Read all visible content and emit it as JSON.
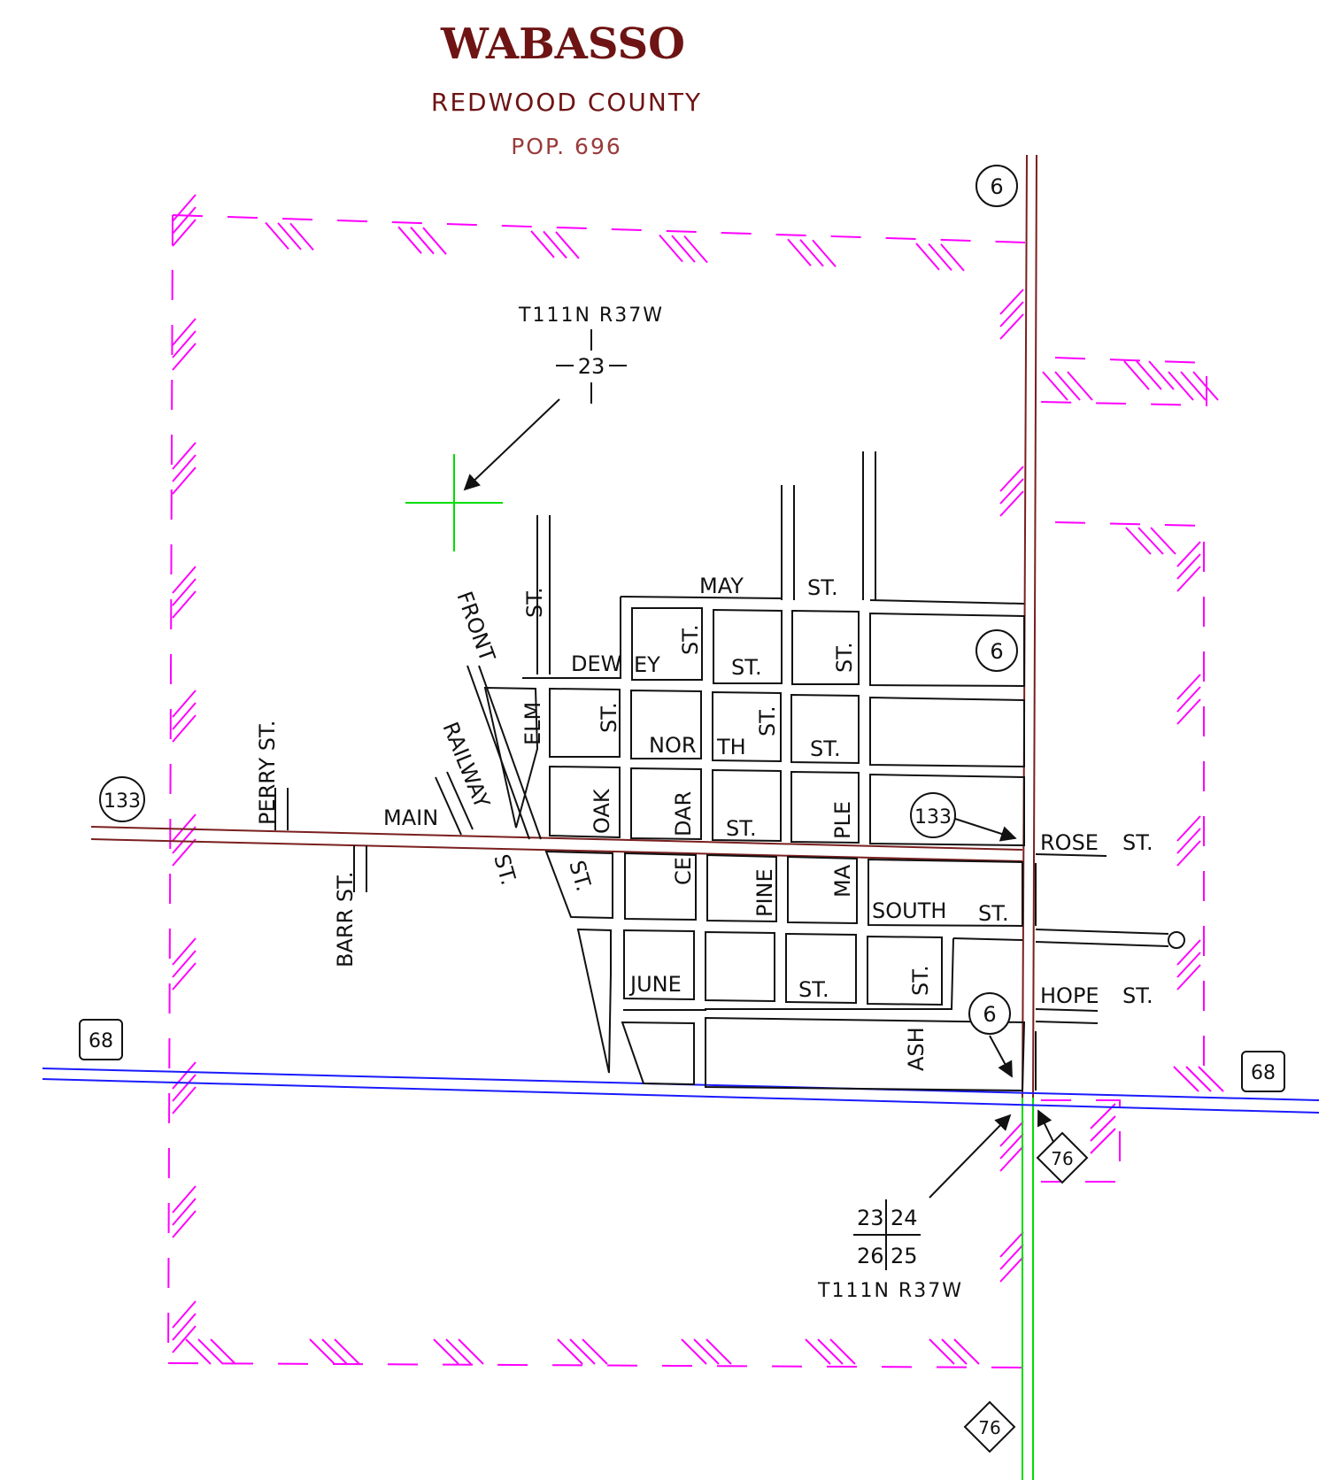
{
  "header": {
    "title": "WABASSO",
    "county": "REDWOOD COUNTY",
    "population": "POP. 696"
  },
  "colors": {
    "title": "#6e1414",
    "boundary": "#ff00ff",
    "street": "#111111",
    "county_road": "#7a1f1f",
    "state_highway": "#1a1aff",
    "section_line": "#00dd00"
  },
  "section_markers": {
    "north": {
      "township": "T111N R37W",
      "section": "23"
    },
    "south": {
      "sections": [
        "23",
        "24",
        "26",
        "25"
      ],
      "township": "T111N R37W"
    }
  },
  "route_shields": {
    "cr6_top": "6",
    "cr6_mid": "6",
    "cr6_south": "6",
    "cr133_west": "133",
    "cr133_east": "133",
    "sh68_west": "68",
    "sh68_east": "68",
    "sh76_north": "76",
    "sh76_south": "76"
  },
  "streets": {
    "may": "MAY",
    "may_st": "ST.",
    "dewey_1": "DEW",
    "dewey_2": "EY",
    "dewey_st": "ST.",
    "north_1": "NOR",
    "north_2": "TH",
    "north_st": "ST.",
    "main": "MAIN",
    "rose": "ROSE",
    "rose_st": "ST.",
    "south": "SOUTH",
    "south_st": "ST.",
    "june": "JUNE",
    "june_st": "ST.",
    "hope": "HOPE",
    "hope_st": "ST.",
    "front": "FRONT",
    "front_st": "ST.",
    "railway": "RAILWAY",
    "railway_st": "ST.",
    "elm": "ELM",
    "elm_st": "ST.",
    "perry": "PERRY ST.",
    "barr": "BARR ST.",
    "oak": "OAK",
    "oak_st": "ST.",
    "cedar_1": "CE",
    "cedar_2": "DAR",
    "cedar_st": "ST.",
    "pine": "PINE",
    "pine_st": "ST.",
    "maple_1": "MA",
    "maple_2": "PLE",
    "maple_st": "ST.",
    "ash": "ASH",
    "ash_st": "ST.",
    "x_st": "ST."
  }
}
